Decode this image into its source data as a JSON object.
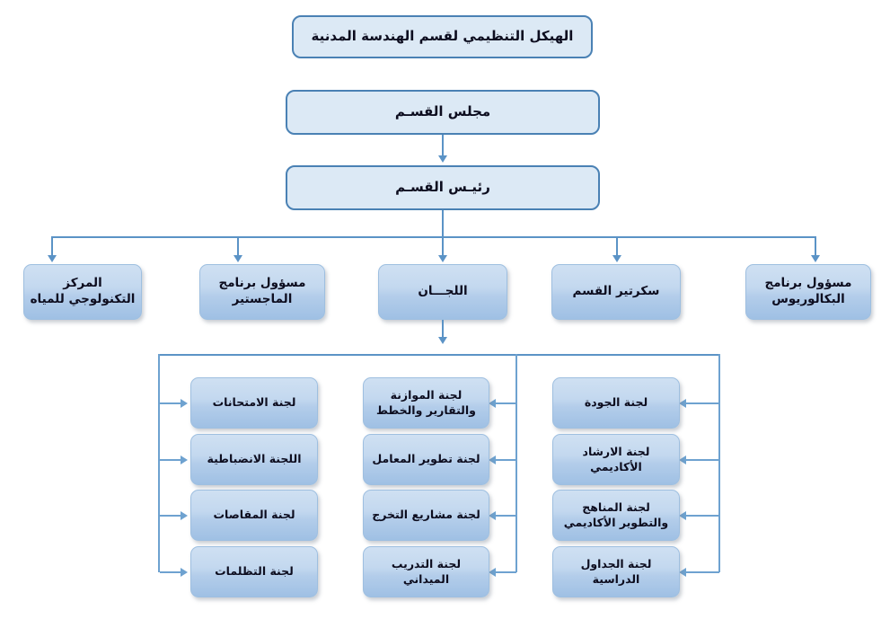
{
  "diagram": {
    "type": "organizational-chart",
    "language": "ar",
    "direction": "rtl",
    "colors": {
      "box_fill_top": "#dce9f5",
      "box_border_top": "#4a81b4",
      "box_gradient_start": "#cfe0f2",
      "box_gradient_end": "#9fc0e4",
      "box_border": "#9ebfe0",
      "connector": "#5b93c6",
      "connector_light": "#6ea2d0",
      "text": "#0d0d1f",
      "background": "#ffffff"
    },
    "title": "الهيكل التنظيمي لقسم الهندسة المدنية",
    "council": "مجلس القسـم",
    "head": "رئيـس القسـم",
    "level_two": [
      {
        "label": "المركز\nالتكنولوجي للمياه"
      },
      {
        "label": "مسؤول برنامج\nالماجستير"
      },
      {
        "label": "اللجـــان"
      },
      {
        "label": "سكرتير القسم"
      },
      {
        "label": "مسؤول برنامج\nالبكالوريوس"
      }
    ],
    "committees": {
      "right_column": [
        {
          "label": "لجنة الجودة"
        },
        {
          "label": "لجنة الارشاد\nالأكاديمي"
        },
        {
          "label": "لجنة المناهج\nوالتطوير الأكاديمي"
        },
        {
          "label": "لجنة الجداول\nالدراسية"
        }
      ],
      "middle_column": [
        {
          "label": "لجنة الموازنة\nوالتقارير والخطط"
        },
        {
          "label": "لجنة تطوير المعامل"
        },
        {
          "label": "لجنة مشاريع التخرج"
        },
        {
          "label": "لجنة التدريب\nالميداني"
        }
      ],
      "left_column": [
        {
          "label": "لجنة الامتحانات"
        },
        {
          "label": "اللجنة الانضباطية"
        },
        {
          "label": "لجنة المقاصات"
        },
        {
          "label": "لجنة التظلمات"
        }
      ]
    }
  }
}
